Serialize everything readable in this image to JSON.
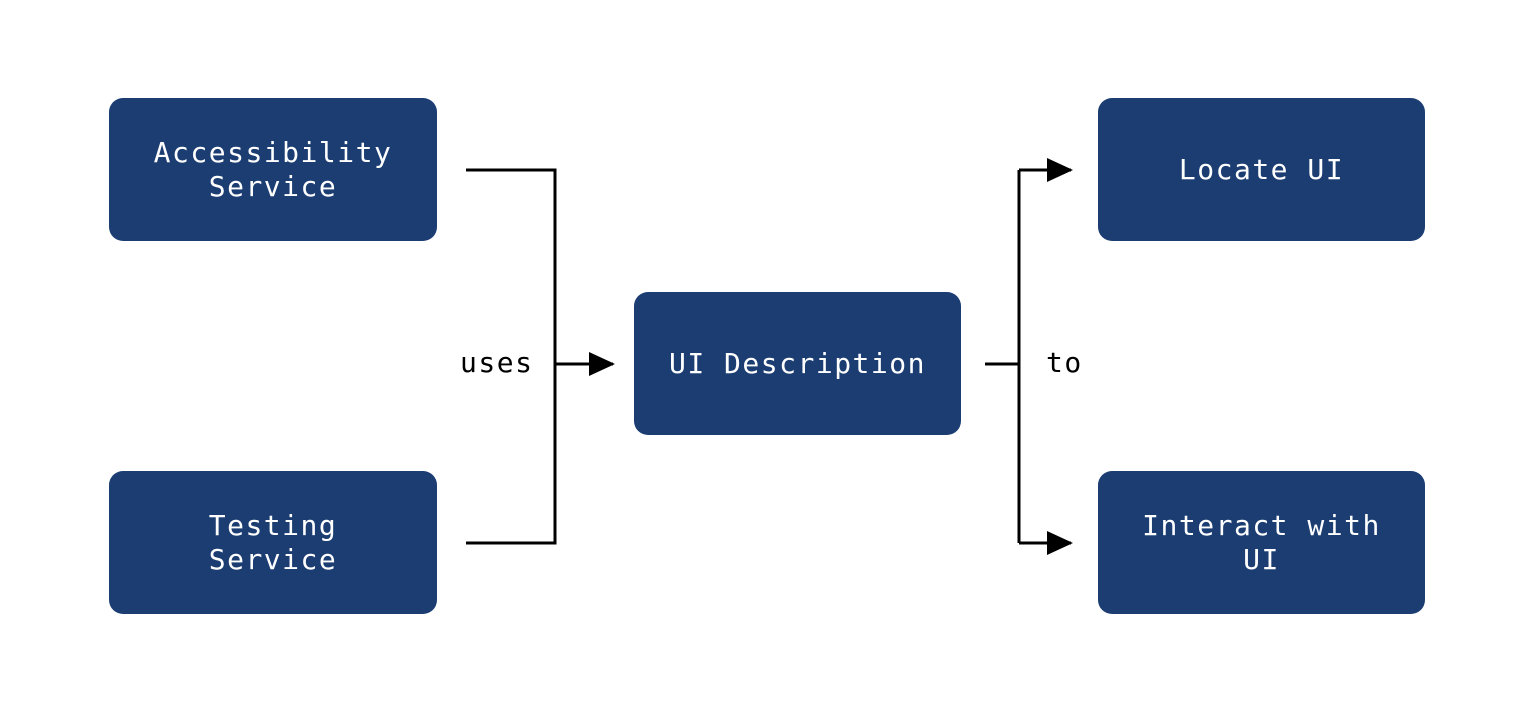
{
  "diagram": {
    "nodes": {
      "accessibility_service": "Accessibility\nService",
      "testing_service": "Testing\nService",
      "ui_description": "UI Description",
      "locate_ui": "Locate UI",
      "interact_with_ui": "Interact with\nUI"
    },
    "edge_labels": {
      "uses": "uses",
      "to": "to"
    },
    "colors": {
      "node_fill": "#1b3d72",
      "node_text": "#ffffff",
      "connector": "#000000"
    }
  }
}
